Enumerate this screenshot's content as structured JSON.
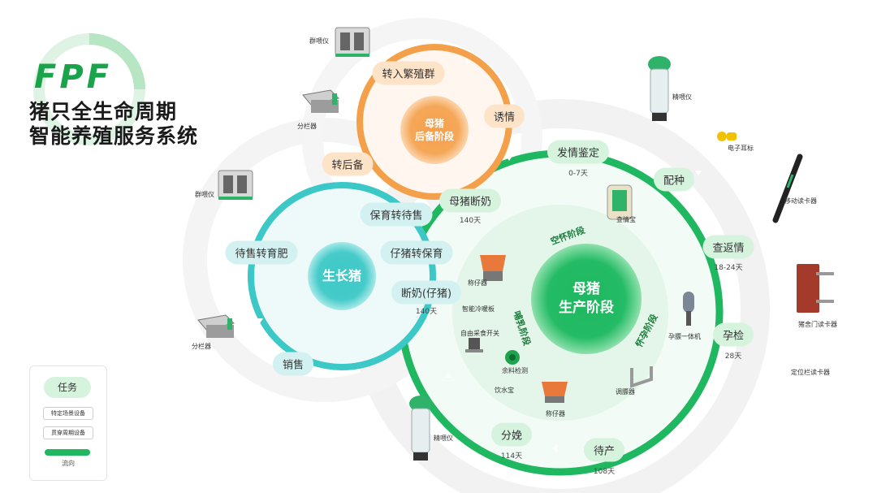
{
  "header": {
    "logo": "FPF",
    "title_line1": "猪只全生命周期",
    "title_line2": "智能养殖服务系统"
  },
  "colors": {
    "orange": "#f4a04b",
    "teal": "#3cc8c6",
    "green": "#1fb760",
    "dark_green": "#1aa34a"
  },
  "cycles": {
    "gilt": {
      "center": "母猪\n后备阶段",
      "nodes": {
        "transfer_breeding": "转入繁殖群",
        "induce_estrus": "诱情",
        "transfer_reserve": "转后备"
      }
    },
    "growing": {
      "center": "生长猪",
      "nodes": {
        "nursery_to_sale": "保育转待售",
        "sale_to_finish": "待售转育肥",
        "piglet_nursery": "仔猪转保育",
        "weaning_piglet": "断奶(仔猪)",
        "weaning_days": "140天",
        "sale": "销售"
      }
    },
    "production": {
      "center": "母猪\n生产阶段",
      "nodes": {
        "estrus_check": "发情鉴定",
        "estrus_days": "0-7天",
        "mating": "配种",
        "return_check": "查返情",
        "return_days": "18-24天",
        "pregnancy_check": "孕检",
        "pregnancy_days": "28天",
        "sow_weaning": "母猪断奶",
        "sow_weaning_days": "140天",
        "farrowing": "分娩",
        "farrowing_days": "114天",
        "prefarrow": "待产",
        "prefarrow_days": "108天"
      },
      "phases": {
        "empty": "空怀阶段",
        "lactation": "哺乳阶段",
        "gestation": "怀孕阶段"
      }
    }
  },
  "devices": {
    "group_feeder_1": "群喂仪",
    "divider_1": "分栏器",
    "group_feeder_2": "群喂仪",
    "divider_2": "分栏器",
    "precision_feeder_1": "精喂仪",
    "ear_tag": "电子耳标",
    "mobile_reader": "移动读卡器",
    "pen_door_reader": "猪舍门读卡器",
    "stall_reader": "定位栏读卡器",
    "estrus_treasure": "查情宝",
    "piglet_scale_1": "称仔器",
    "heat_plate": "智能冷暖板",
    "feed_switch": "自由采食开关",
    "feed_detector": "余料检测",
    "water_treasure": "饮水宝",
    "piglet_scale_2": "称仔器",
    "pregnancy_scanner": "孕膘一体机",
    "fat_adjuster": "调膘器",
    "precision_feeder_2": "精喂仪"
  },
  "legend": {
    "title": "任务",
    "item_specific": "特定场景设备",
    "item_through": "贯穿周期设备",
    "flow": "流向"
  }
}
